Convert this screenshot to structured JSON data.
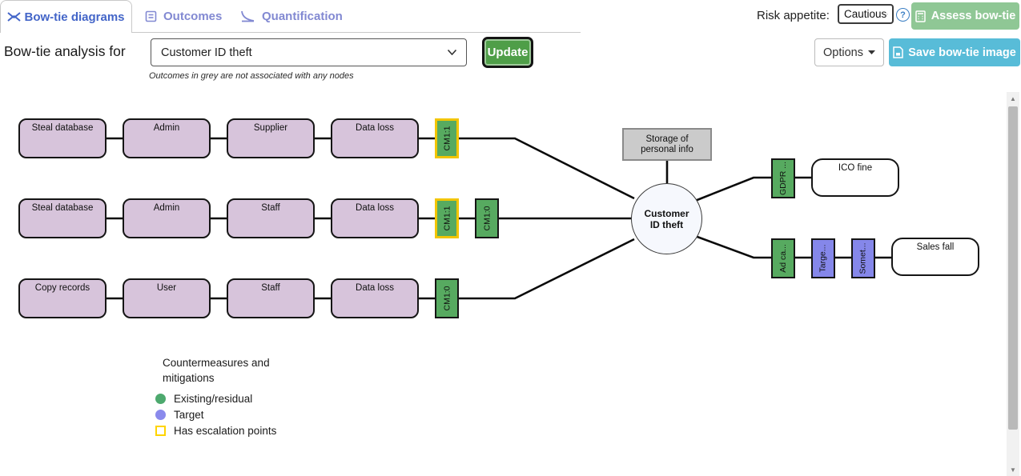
{
  "tabs": {
    "bowtie": {
      "label": "Bow-tie diagrams"
    },
    "outcomes": {
      "label": "Outcomes"
    },
    "quantification": {
      "label": "Quantification"
    }
  },
  "header": {
    "risk_appetite_label": "Risk appetite:",
    "risk_appetite_value": "Cautious",
    "help": "?",
    "assess_button": "Assess bow-tie"
  },
  "toolbar": {
    "title": "Bow-tie analysis for",
    "risk_select_value": "Customer ID theft",
    "update_button": "Update",
    "note": "Outcomes in grey are not associated with any nodes",
    "options_button": "Options",
    "save_image_button": "Save bow-tie image"
  },
  "diagram": {
    "hazard_label": "Storage of personal info",
    "top_event_label": "Customer ID theft",
    "threat_rows": [
      {
        "nodes": [
          "Steal database",
          "Admin",
          "Supplier",
          "Data loss"
        ],
        "countermeasures": [
          {
            "label": "CM1:1",
            "type": "existing",
            "has_escalation": true
          }
        ]
      },
      {
        "nodes": [
          "Steal database",
          "Admin",
          "Staff",
          "Data loss"
        ],
        "countermeasures": [
          {
            "label": "CM1:1",
            "type": "existing",
            "has_escalation": true
          },
          {
            "label": "CM1:0",
            "type": "existing",
            "has_escalation": false
          }
        ]
      },
      {
        "nodes": [
          "Copy records",
          "User",
          "Staff",
          "Data loss"
        ],
        "countermeasures": [
          {
            "label": "CM1:0",
            "type": "existing",
            "has_escalation": false
          }
        ]
      }
    ],
    "outcome_rows": [
      {
        "countermeasures": [
          {
            "label": "GDPR ...",
            "type": "existing",
            "has_escalation": false
          }
        ],
        "outcome_label": "ICO fine"
      },
      {
        "countermeasures": [
          {
            "label": "Ad ca...",
            "type": "existing",
            "has_escalation": false
          },
          {
            "label": "Targe...",
            "type": "target",
            "has_escalation": false
          },
          {
            "label": "Somet...",
            "type": "target",
            "has_escalation": false
          }
        ],
        "outcome_label": "Sales fall"
      }
    ]
  },
  "legend": {
    "title": "Countermeasures and mitigations",
    "items": [
      {
        "label": "Existing/residual",
        "swatch": "green-circle"
      },
      {
        "label": "Target",
        "swatch": "purple-circle"
      },
      {
        "label": "Has escalation points",
        "swatch": "yellow-square"
      }
    ]
  },
  "colors": {
    "accent_blue": "#4365c8",
    "tab_inactive_blue": "#8289d2",
    "assess_green": "#8fc795",
    "update_green": "#4f9e48",
    "save_blue": "#58bcd8",
    "threat_node_purple": "#d7c4db",
    "cm_existing_green": "#57aa60",
    "cm_target_purple": "#8587ea",
    "escalation_yellow": "#f2c500",
    "hazard_grey": "#cbcbcb"
  }
}
